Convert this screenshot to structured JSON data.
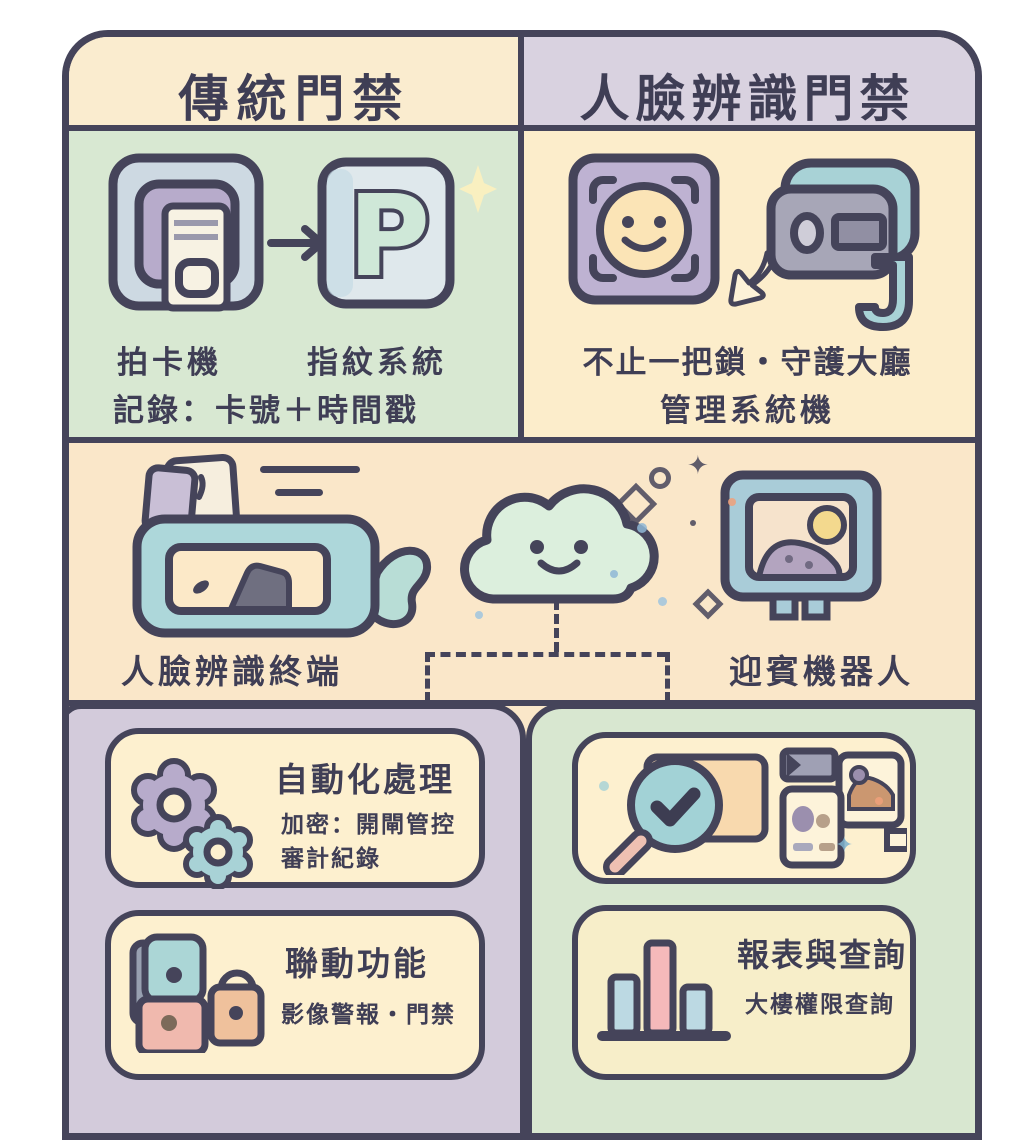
{
  "header": {
    "left_title": "傳統門禁",
    "right_title": "人臉辨識門禁"
  },
  "traditional": {
    "label_reader": "拍卡機",
    "label_system": "指紋系統",
    "label_record": "記錄：卡號＋時間戳"
  },
  "face": {
    "line1": "不止一把鎖・守護大廳",
    "line2": "管理系統機"
  },
  "middle": {
    "terminal_label": "人臉辨識終端",
    "robot_label": "迎賓機器人"
  },
  "boxes": {
    "automation": {
      "title": "自動化處理",
      "line1": "加密：開閘管控",
      "line2": "審計紀錄"
    },
    "linkage": {
      "title": "聯動功能",
      "line1": "影像警報・門禁"
    },
    "search": {
      "title": ""
    },
    "report": {
      "title": "報表與查詢",
      "line1": "大樓權限查詢"
    }
  },
  "icons": [
    "card-reader-icon",
    "arrow-right-icon",
    "p-system-icon",
    "sparkle-icon",
    "face-scan-icon",
    "doodle-arrow-icon",
    "camera-icon",
    "terminal-icon",
    "plug-icon",
    "cloud-icon",
    "monitor-icon",
    "gears-icon",
    "locks-icon",
    "magnifier-check-icon",
    "id-cards-icon",
    "bar-chart-icon"
  ],
  "colors": {
    "ink": "#45445a",
    "header_left_bg": "#faeccf",
    "header_right_bg": "#d9d2e0",
    "cell_green_bg": "#d8e8d2",
    "cell_cream_bg": "#fcedcb",
    "band_peach_bg": "#fae7c9",
    "panel_purple_bg": "#d3cbdb",
    "panel_green_bg": "#d8e7d0",
    "box_cream_bg": "#fdf0cf",
    "teal": "#a8d2d6",
    "mint": "#dcefdd",
    "purple": "#b7abcb",
    "pink": "#f2b9b4",
    "orange": "#efc19c",
    "blue_gray": "#cdd9e2"
  }
}
